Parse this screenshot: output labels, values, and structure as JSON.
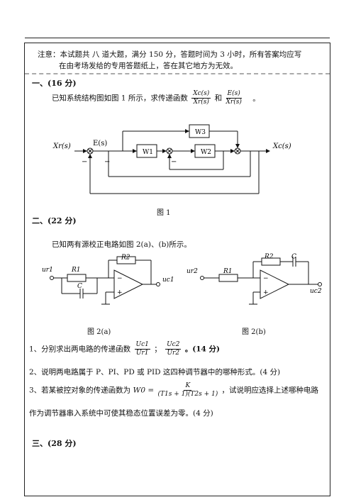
{
  "notice": {
    "line1": "注意：本试题共 八 道大题，满分 150 分，答题时间为 3 小时，所有答案均应写",
    "line2": "在由考场发给的专用答题纸上，答在其它地方为无效。"
  },
  "q1": {
    "heading": "一、(16 分)",
    "text": "已知系统结构图如图 1 所示，求传递函数",
    "frac1_num": "Xc(s)",
    "frac1_den": "Xr(s)",
    "and": "和",
    "frac2_num": "E(s)",
    "frac2_den": "Xr(s)",
    "end": "。",
    "fig_caption": "图 1",
    "labels": {
      "input": "Xr(s)",
      "error": "E(s)",
      "w1": "W1",
      "w2": "W2",
      "w3": "W3",
      "output": "Xc(s)",
      "minus": "−"
    }
  },
  "q2": {
    "heading": "二、(22 分)",
    "text": "已知两有源校正电路如图 2(a)、(b)所示。",
    "circuit_a": {
      "r1": "R1",
      "r2": "R2",
      "c": "C",
      "in": "ur1",
      "out": "uc1"
    },
    "circuit_b": {
      "r1": "R1",
      "r2": "R2",
      "c": "C",
      "in": "ur2",
      "out": "uc2"
    },
    "caption_a": "图 2(a)",
    "caption_b": "图 2(b)",
    "item1_pre": "1、分别求出两电路的传递函数",
    "item1_f1_num": "Uc1",
    "item1_f1_den": "Ur1",
    "item1_sep": "；",
    "item1_f2_num": "Uc2",
    "item1_f2_den": "Ur2",
    "item1_post": "。(14 分)",
    "item2": "2、说明两电路属于 P、PI、PD 或 PID 这四种调节器中的哪种形式。(4 分)",
    "item3_pre": "3、若某被控对象的传递函数为",
    "item3_w": "W0 =",
    "item3_num": "K",
    "item3_den": "(T1s + 1)(T2s + 1)",
    "item3_post": "，试说明应选择上述哪种电路",
    "item3_line2": "作为调节器串入系统中可使其稳态位置误差为零。(4 分)"
  },
  "q3": {
    "heading": "三、(28 分)"
  }
}
